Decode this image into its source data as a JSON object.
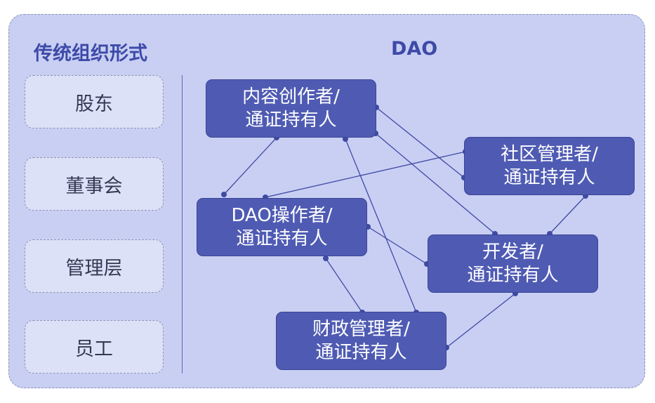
{
  "traditional": {
    "title": "传统组织形式",
    "roles": [
      "股东",
      "董事会",
      "管理层",
      "员工"
    ]
  },
  "dao": {
    "title": "DAO",
    "nodes": [
      {
        "id": "content",
        "line1": "内容创作者/",
        "line2": "通证持有人"
      },
      {
        "id": "community",
        "line1": "社区管理者/",
        "line2": "通证持有人"
      },
      {
        "id": "operator",
        "line1": "DAO操作者/",
        "line2": "通证持有人"
      },
      {
        "id": "developer",
        "line1": "开发者/",
        "line2": "通证持有人"
      },
      {
        "id": "finance",
        "line1": "财政管理者/",
        "line2": "通证持有人"
      }
    ]
  },
  "colors": {
    "panel": "#c9cff3",
    "node": "#4f5bb3",
    "heading": "#3d4aa8",
    "line": "#3f4aa3"
  }
}
